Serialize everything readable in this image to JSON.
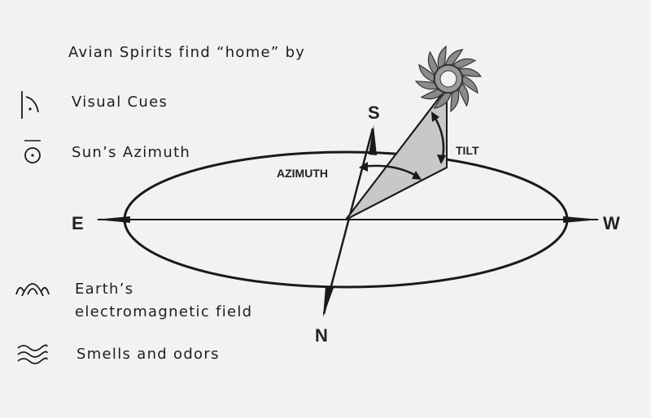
{
  "legend": {
    "title": "Avian Spirits find “home” by",
    "items": [
      {
        "icon": "visual-cues-glyph-icon",
        "label": "Visual Cues"
      },
      {
        "icon": "sun-circle-dot-icon",
        "label": "Sun’s Azimuth"
      },
      {
        "icon": "earth-field-arch-icon",
        "label": "Earth’s",
        "label2": "electromagnetic field"
      },
      {
        "icon": "triple-wave-icon",
        "label": "Smells and odors"
      }
    ]
  },
  "diagram": {
    "east": "E",
    "west": "W",
    "south": "S",
    "north": "N",
    "azimuth": "AZIMUTH",
    "tilt": "TILT",
    "sun_icon": "sun-icon"
  },
  "colors": {
    "background": "#f2f2f2",
    "line": "#1a1a1a",
    "triangle_fill": "#c8c8c8",
    "sun_fill": "#8a8a8a"
  }
}
